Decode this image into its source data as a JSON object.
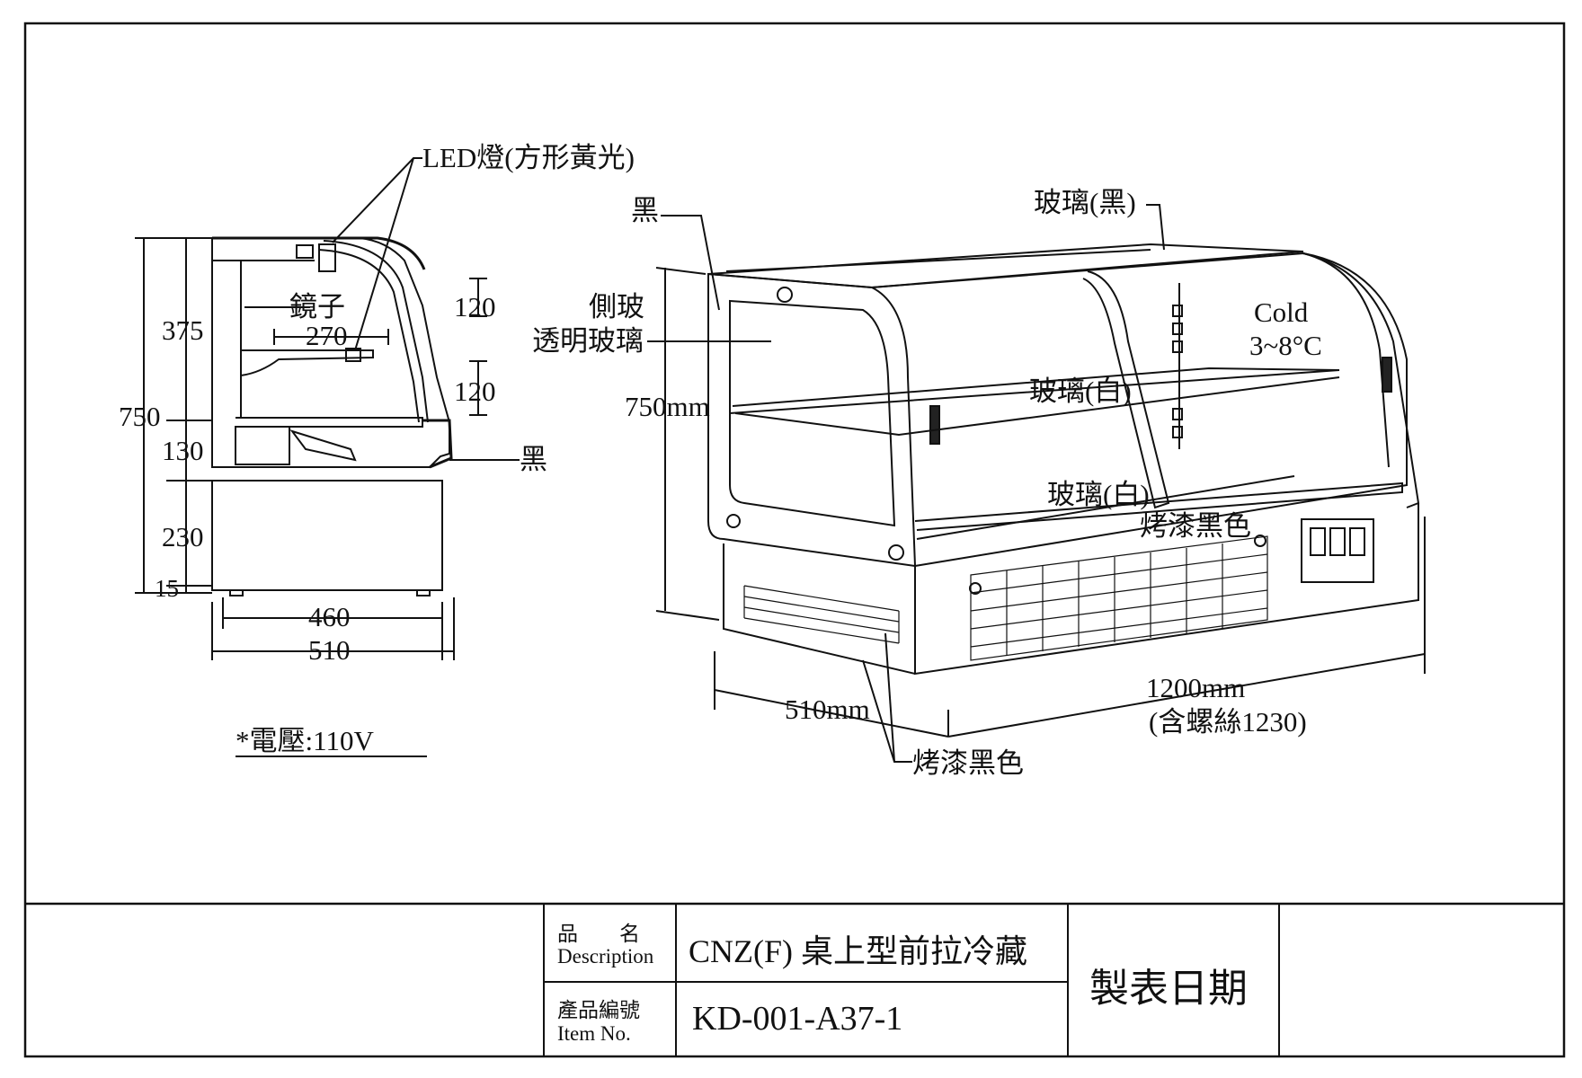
{
  "labels": {
    "led_light": "LED燈(方形黃光)",
    "mirror": "鏡子",
    "black_side": "黑",
    "black_top": "黑",
    "glass_black": "玻璃(黑)",
    "side_glass_1": "側玻",
    "side_glass_2": "透明玻璃",
    "glass_white_upper": "玻璃(白)",
    "glass_white_lower": "玻璃(白)",
    "cold_1": "Cold",
    "cold_2": "3~8°C",
    "paint_black_top": "烤漆黑色",
    "paint_black_bottom": "烤漆黑色",
    "voltage": "*電壓:110V"
  },
  "side_view_dims": {
    "d375": "375",
    "d750": "750",
    "d130": "130",
    "d230": "230",
    "d15": "15",
    "d120_a": "120",
    "d120_b": "120",
    "d270": "270",
    "d460": "460",
    "d510": "510"
  },
  "iso_view_dims": {
    "height": "750mm",
    "depth": "510mm",
    "width": "1200mm",
    "width_note": "(含螺絲1230)"
  },
  "title_block": {
    "desc_label_cn": "品　　名",
    "desc_label_en": "Description",
    "desc_value": "CNZ(F) 桌上型前拉冷藏",
    "item_label_cn": "產品編號",
    "item_label_en": "Item No.",
    "item_value": "KD-001-A37-1",
    "date_label": "製表日期",
    "date_value": ""
  }
}
